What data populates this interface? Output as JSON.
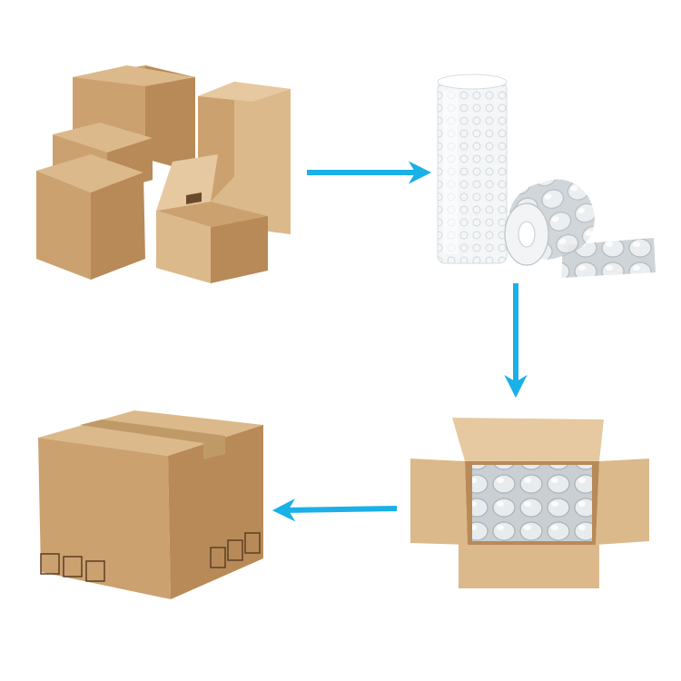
{
  "diagram": {
    "kind": "packing-process",
    "steps": [
      {
        "id": "empty-boxes",
        "icon": "cardboard-boxes-icon"
      },
      {
        "id": "bubble-wrap",
        "icon": "bubble-wrap-rolls-icon"
      },
      {
        "id": "packed-box",
        "icon": "open-box-with-air-cushions-icon"
      },
      {
        "id": "sealed-box",
        "icon": "sealed-shipping-box-icon"
      }
    ],
    "flow": [
      "empty-boxes",
      "bubble-wrap",
      "packed-box",
      "sealed-box"
    ]
  },
  "colors": {
    "arrow": "#1ab0e8",
    "cardboard_light": "#dcb98a",
    "cardboard_mid": "#cca170",
    "cardboard_dark": "#b88a58",
    "cardboard_inside": "#e6c9a0",
    "tape": "#bf9a66",
    "wrap": "#eef1f3",
    "wrap_shadow": "#cfd6db",
    "symbol": "#5b3f25"
  }
}
